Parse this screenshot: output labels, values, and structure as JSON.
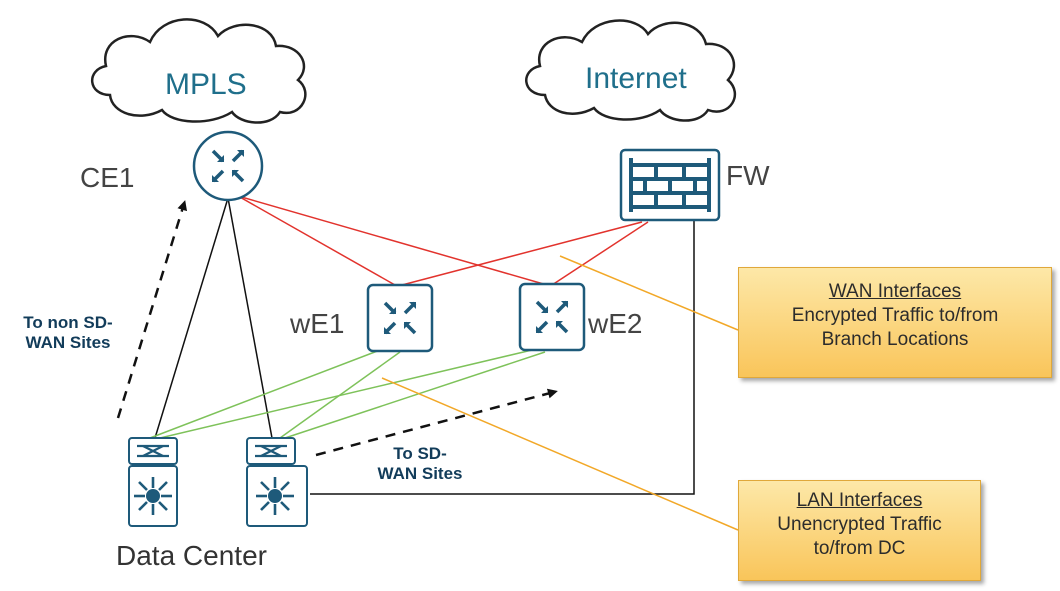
{
  "clouds": {
    "mpls": "MPLS",
    "internet": "Internet"
  },
  "devices": {
    "ce1": "CE1",
    "fw": "FW",
    "we1": "wE1",
    "we2": "wE2"
  },
  "data_center": "Data Center",
  "arrows": {
    "non_sdwan": [
      "To non SD-",
      "WAN Sites"
    ],
    "sdwan": [
      "To SD-",
      "WAN Sites"
    ]
  },
  "callouts": {
    "wan": {
      "title": "WAN Interfaces",
      "lines": [
        "Encrypted Traffic to/from",
        "Branch Locations"
      ]
    },
    "lan": {
      "title": "LAN Interfaces",
      "lines": [
        "Unencrypted Traffic",
        "to/from DC"
      ]
    }
  },
  "colors": {
    "device_fill": "#1e5a7a",
    "wan_link": "#e2332d",
    "lan_link": "#7ec25a",
    "leader": "#f2a828",
    "cloud_text": "#1f6f8b"
  },
  "icons": {
    "router": "router-icon",
    "firewall": "firewall-icon",
    "switch": "switch-icon",
    "core_switch": "core-switch-icon",
    "cloud": "cloud-icon"
  }
}
